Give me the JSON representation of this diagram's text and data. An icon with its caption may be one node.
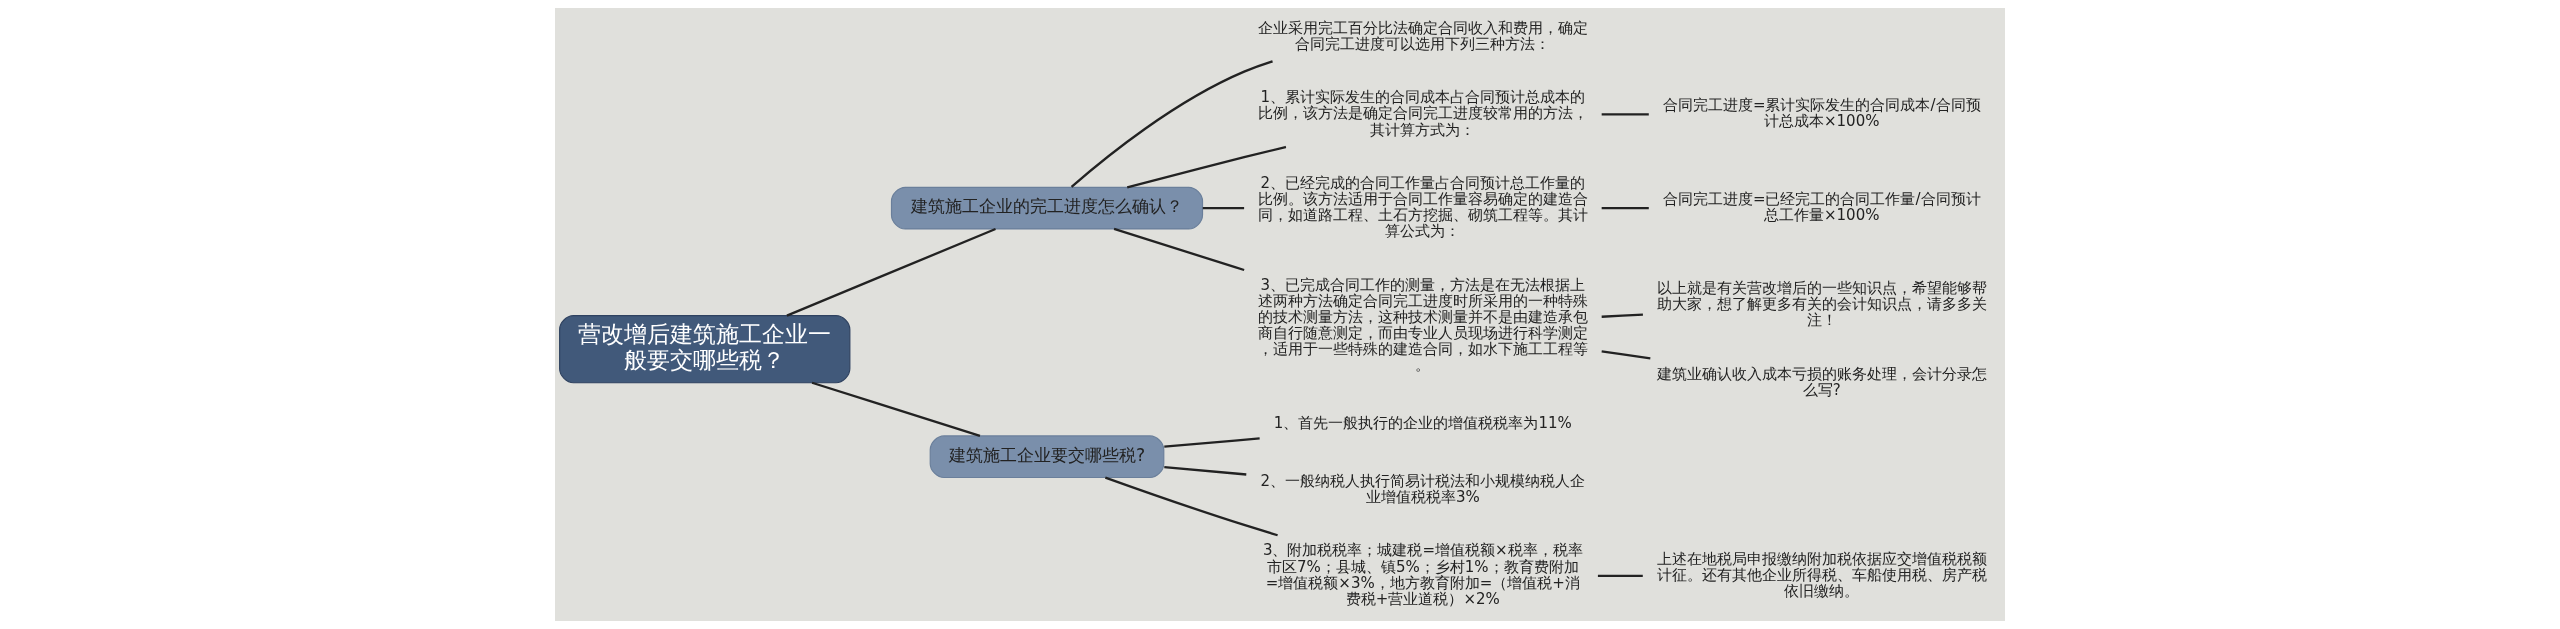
{
  "diagram": {
    "nodes": [
      {
        "text": [
          "营改增后建筑施工企业一般要交哪些税？"
        ]
      },
      {
        "text": [
          "建筑施工企业的完工进度怎么确认？"
        ]
      },
      {
        "text": [
          "企业采用完工百分比法确定合同收入和费用，确定合同完工进度可以选用下列三种方法："
        ]
      },
      {
        "text": [
          "1、累计实际发生的合同成本占合同预计总成本的比例，该方法是确定合同完工进度较常用的方法，其计算方式为："
        ]
      },
      {
        "text": [
          "合同完工进度=累计实际发生的合同成本/合同预计总成本×100%"
        ]
      },
      {
        "text": [
          "2、已经完成的合同工作量占合同预计总工作量的比例。该方法适用于合同工作量容易确定的建造合同，如道路工程、土石方挖掘、砌筑工程等。其计算公式为："
        ]
      },
      {
        "text": [
          "合同完工进度=已经完工的合同工作量/合同预计总工作量×100%"
        ]
      },
      {
        "text": [
          "3、已完成合同工作的测量，方法是在无法根据上述两种方法确定合同完工进度时所采用的一种特殊的技术测量方法，这种技术测量并不是由建造承包商自行随意测定，而由专业人员现场进行科学测定，适用于一些特殊的建造合同，如水下施工工程等。"
        ]
      },
      {
        "text": [
          "以上就是有关营改增后的一些知识点，希望能够帮助大家，想了解更多有关的会计知识点，请多多关注！"
        ]
      },
      {
        "text": [
          "建筑业确认收入成本亏损的账务处理，会计分录怎么写?"
        ]
      },
      {
        "text": [
          "建筑施工企业要交哪些税?"
        ]
      },
      {
        "text": [
          "1、首先一般执行的企业的增值税税率为11%"
        ]
      },
      {
        "text": [
          "2、一般纳税人执行简易计税法和小规模纳税人企业增值税税率3%"
        ]
      },
      {
        "text": [
          "3、附加税税率；城建税=增值税额×税率，税率市区7%；县城、镇5%；乡村1%；教育费附加=增值税额×3%，地方教育附加=（增值税+消费税+营业道税）×2%"
        ]
      },
      {
        "text": [
          "上述在地税局申报缴纳附加税依据应交增值税税额计征。还有其他企业所得税、车船使用税、房产税依旧缴纳。"
        ]
      }
    ],
    "edges": [
      {
        "from": 0,
        "to": 1,
        "arrow": "none"
      },
      {
        "from": 1,
        "to": 2,
        "arrow": "none"
      },
      {
        "from": 1,
        "to": 3,
        "arrow": "none"
      },
      {
        "from": 1,
        "to": 5,
        "arrow": "none"
      },
      {
        "from": 1,
        "to": 7,
        "arrow": "none"
      },
      {
        "from": 3,
        "to": 4,
        "arrow": "none"
      },
      {
        "from": 5,
        "to": 6,
        "arrow": "none"
      },
      {
        "from": 7,
        "to": 8,
        "arrow": "none"
      },
      {
        "from": 7,
        "to": 9,
        "arrow": "none"
      },
      {
        "from": 0,
        "to": 10,
        "arrow": "none"
      },
      {
        "from": 10,
        "to": 11,
        "arrow": "none"
      },
      {
        "from": 10,
        "to": 12,
        "arrow": "none"
      },
      {
        "from": 10,
        "to": 13,
        "arrow": "none"
      },
      {
        "from": 13,
        "to": 14,
        "arrow": "none"
      }
    ]
  }
}
